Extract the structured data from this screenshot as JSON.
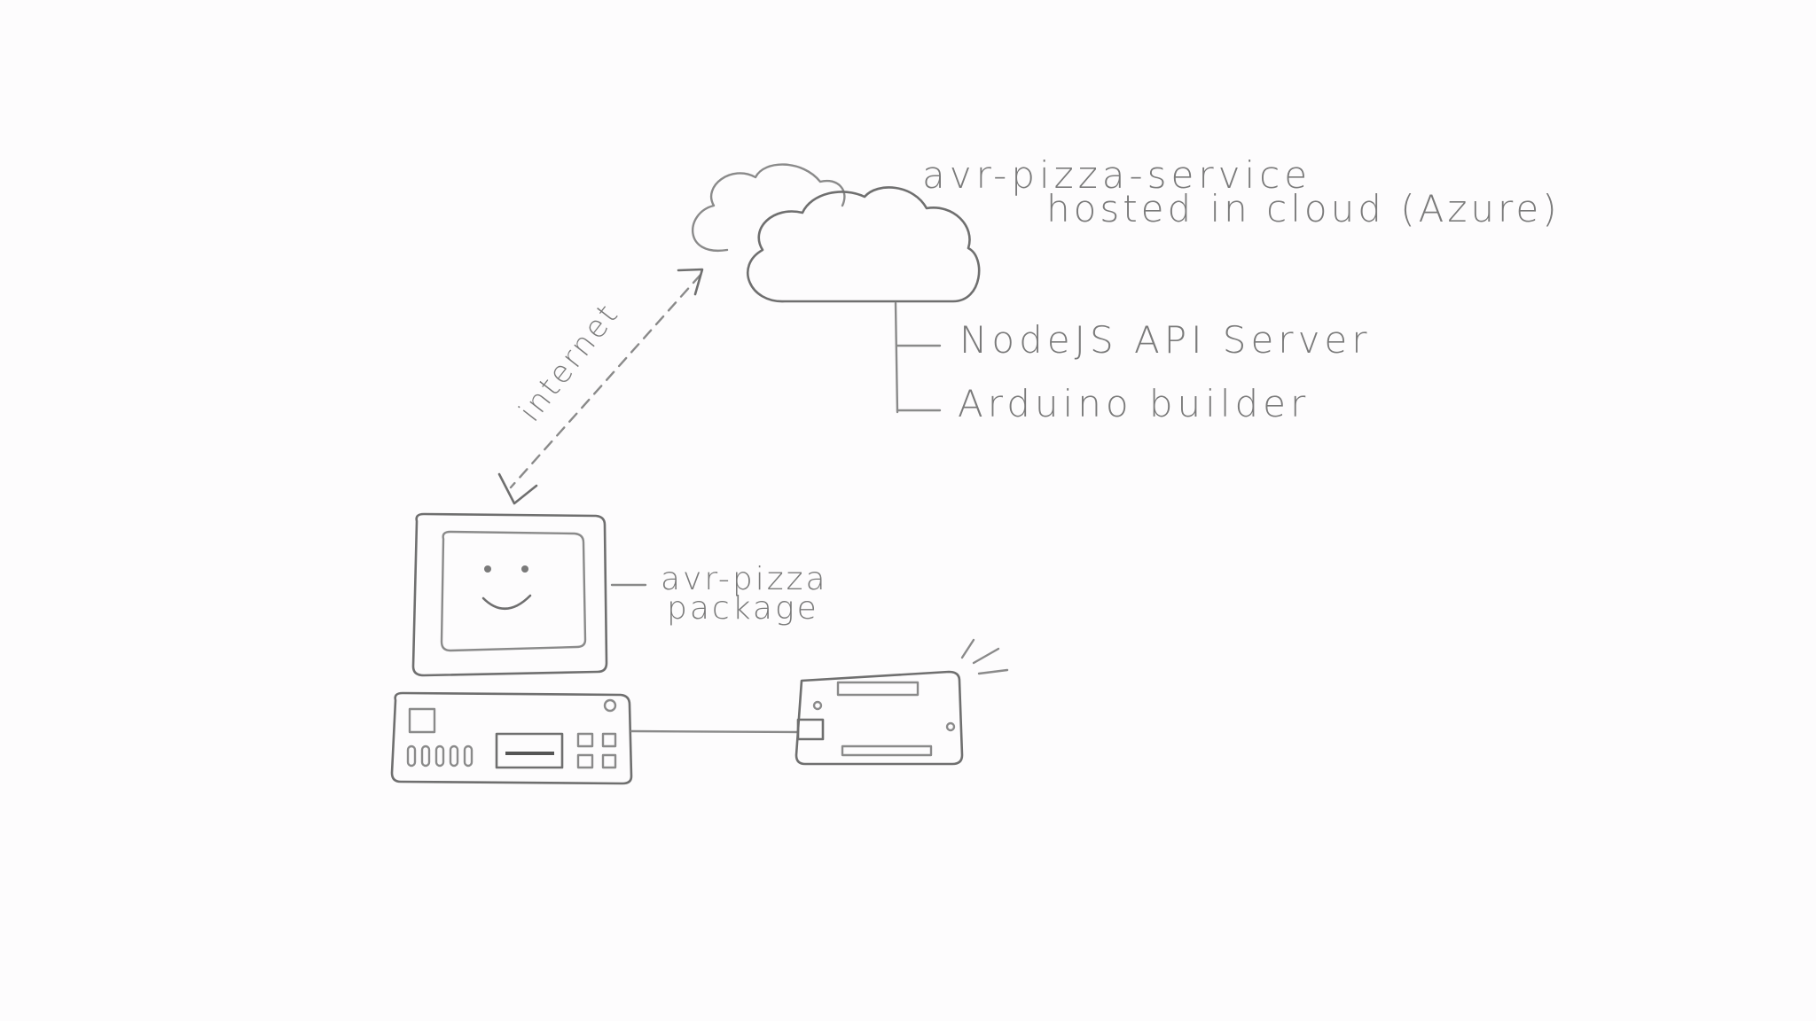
{
  "cloud": {
    "title": "avr-pizza-service",
    "subtitle": "hosted in cloud (Azure)",
    "components": [
      "NodeJS API Server",
      "Arduino builder"
    ]
  },
  "link": {
    "label": "internet"
  },
  "computer": {
    "label_line1": "avr-pizza",
    "label_line2": "package"
  },
  "colors": {
    "pencil": "#8a8a8a",
    "paper": "#fdfcfd"
  }
}
